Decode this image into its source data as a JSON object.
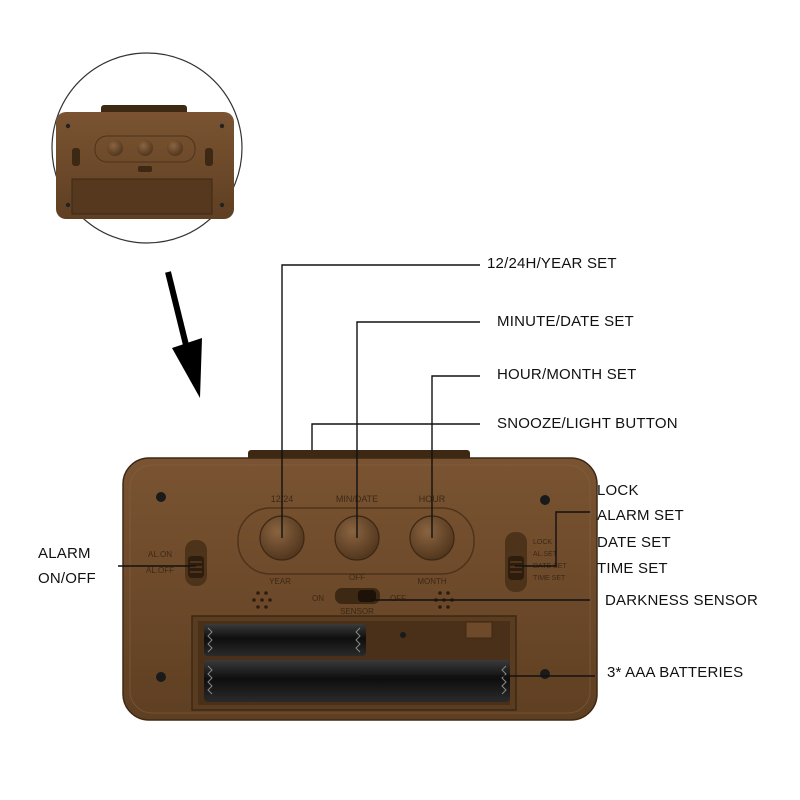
{
  "callouts": {
    "year_set": "12/24H/YEAR SET",
    "minute_set": "MINUTE/DATE SET",
    "hour_set": "HOUR/MONTH SET",
    "snooze": "SNOOZE/LIGHT BUTTON",
    "lock": "LOCK",
    "alarm_set": "ALARM SET",
    "date_set": "DATE SET",
    "time_set": "TIME SET",
    "alarm_line1": "ALARM",
    "alarm_line2": "ON/OFF",
    "darkness_sensor": "DARKNESS SENSOR",
    "batteries": "3* AAA BATTERIES"
  },
  "device_labels": {
    "btn1": "12/24",
    "btn2": "MIN/DATE",
    "btn3": "HOUR",
    "year": "YEAR",
    "month": "MONTH",
    "off_top": "OFF",
    "on": "ON",
    "off_right": "OFF",
    "sensor": "SENSOR",
    "left_switch_1": "AL.ON",
    "left_switch_2": "AL.OFF",
    "right_switch_1": "LOCK",
    "right_switch_2": "AL.SET",
    "right_switch_3": "DATE SET",
    "right_switch_4": "TIME SET"
  },
  "colors": {
    "case": "#6e4a2a",
    "case_dark": "#4a3018",
    "case_light": "#8a6440",
    "leader": "#111111",
    "battery": "#1a1a1a"
  }
}
